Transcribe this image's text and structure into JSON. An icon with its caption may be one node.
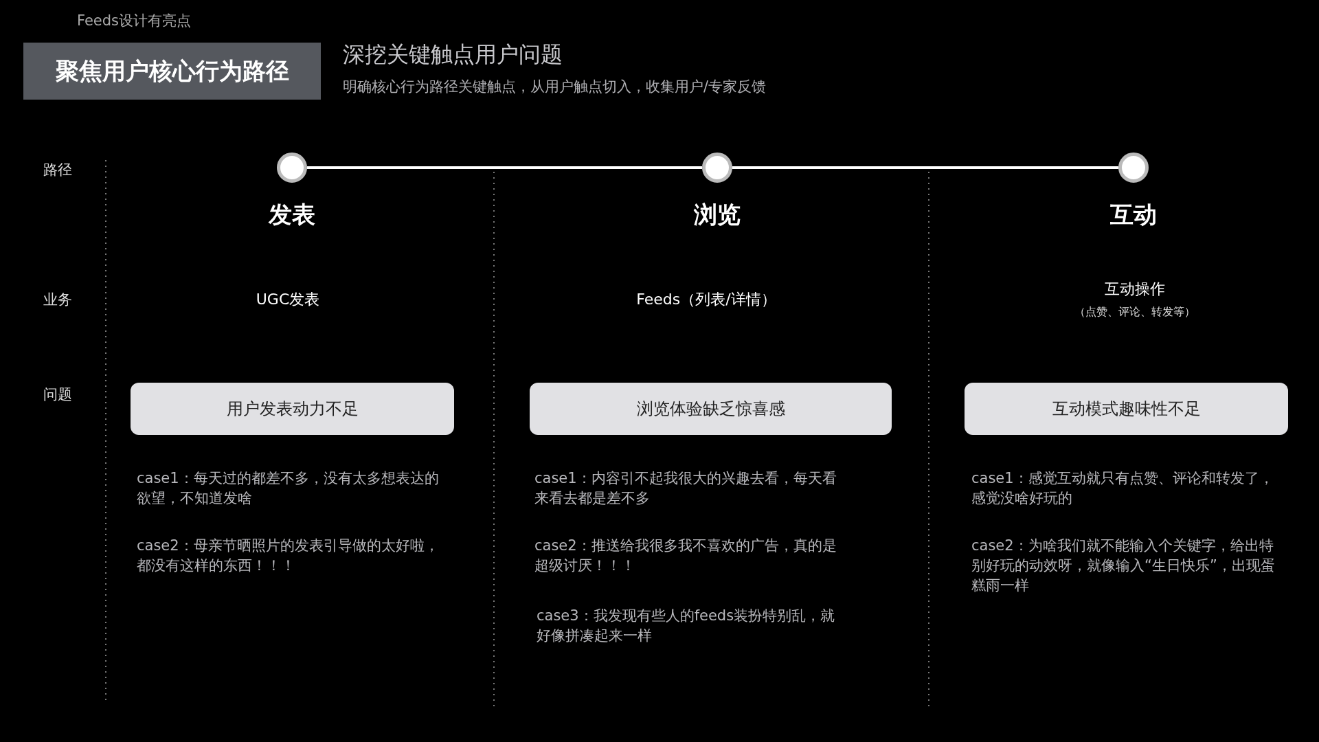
{
  "diagram": {
    "title": "聚焦用户核心行为路径",
    "nodes": [
      {
        "text": [],
        "shape": "circle",
        "beside": [
          "发表"
        ]
      },
      {
        "text": [],
        "shape": "circle",
        "beside": [
          "浏览"
        ]
      },
      {
        "text": [],
        "shape": "circle",
        "beside": [
          "互动"
        ]
      },
      {
        "text": [
          "用户发表动力不足"
        ]
      },
      {
        "text": [
          "浏览体验缺乏惊喜感"
        ]
      },
      {
        "text": [
          "互动模式趣味性不足"
        ]
      }
    ],
    "edges": [
      {
        "from": 0,
        "to": 1,
        "arrow": "none"
      },
      {
        "from": 1,
        "to": 2,
        "arrow": "none"
      }
    ],
    "labels": [
      "Feeds设计有亮点",
      "深挖关键触点用户问题",
      "明确核心行为路径关键触点，从用户触点切入，收集用户/专家反馈",
      "路径",
      "业务",
      "问题",
      "UGC发表",
      "Feeds（列表/详情）",
      "互动操作",
      "（点赞、评论、转发等）",
      "case1：每天过的都差不多，没有太多想表达的欲望，不知道发啥",
      "case2：母亲节晒照片的发表引导做的太好啦，都没有这样的东西！！！",
      "case1：内容引不起我很大的兴趣去看，每天看来看去都是差不多",
      "case2：推送给我很多我不喜欢的广告，真的是超级讨厌！！！",
      "case3：我发现有些人的feeds装扮特别乱，就好像拼凑起来一样",
      "case1：感觉互动就只有点赞、评论和转发了，感觉没啥好玩的",
      "case2：为啥我们就不能输入个关键字，给出特别好玩的动效呀，就像输入“生日快乐”，出现蛋糕雨一样"
    ]
  }
}
